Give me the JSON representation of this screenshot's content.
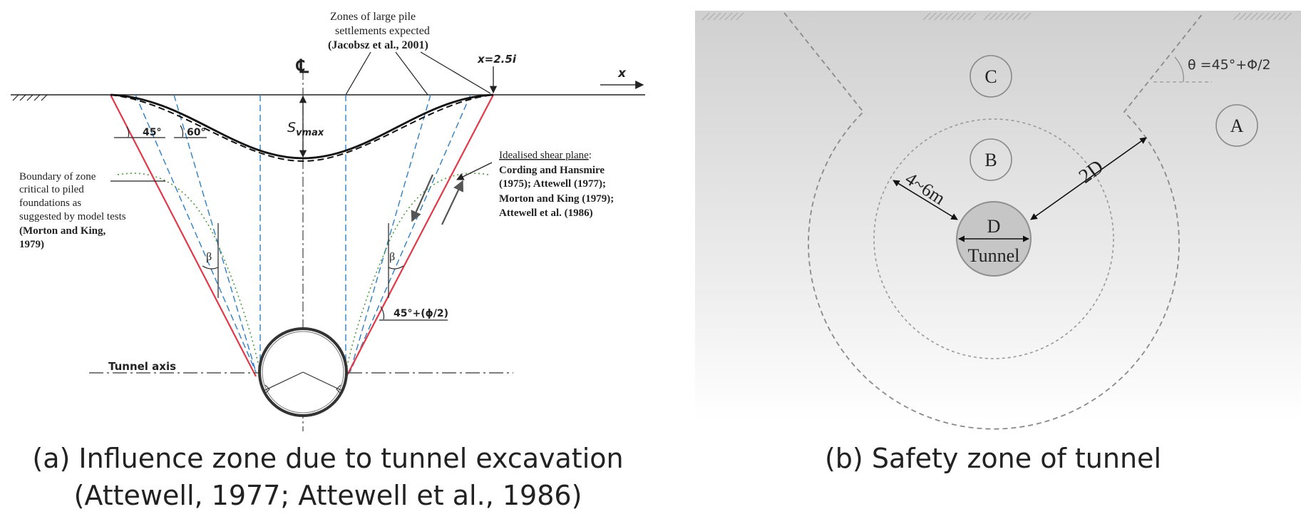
{
  "left": {
    "zones_line1": "Zones of large pile",
    "zones_line2": "settlements expected",
    "zones_ref": "(Jacobsz et al., 2001)",
    "centerline": "℄",
    "x_label": "x",
    "x_extent": "x=2.5i",
    "s_main": "S",
    "s_sub": "vmax",
    "angle_45": "45°",
    "angle_60": "60°",
    "boundary_lines": [
      "Boundary of zone",
      "critical to piled",
      "foundations as",
      "suggested by model tests"
    ],
    "boundary_ref1": "(Morton and King,",
    "boundary_ref2": "1979)",
    "shear_title": "Idealised shear plane",
    "shear_colon": ":",
    "shear_refs": [
      "Cording and Hansmire",
      "(1975); Attewell (1977);",
      "Morton and King (1979);",
      "Attewell et al. (1986)"
    ],
    "beta": "β",
    "phi_angle": "45°+(ϕ/2)",
    "tunnel_axis": "Tunnel axis",
    "caption_line1": "(a) Influence zone due to tunnel excavation",
    "caption_line2": "(Attewell, 1977; Attewell et al., 1986)"
  },
  "right": {
    "zone_a": "A",
    "zone_b": "B",
    "zone_c": "C",
    "zone_d": "D",
    "tunnel_label": "Tunnel",
    "theta_label": "θ =45°+Φ/2",
    "dim_2d": "2D",
    "dim_4_6m": "4~6m",
    "caption": "(b) Safety zone of tunnel"
  }
}
